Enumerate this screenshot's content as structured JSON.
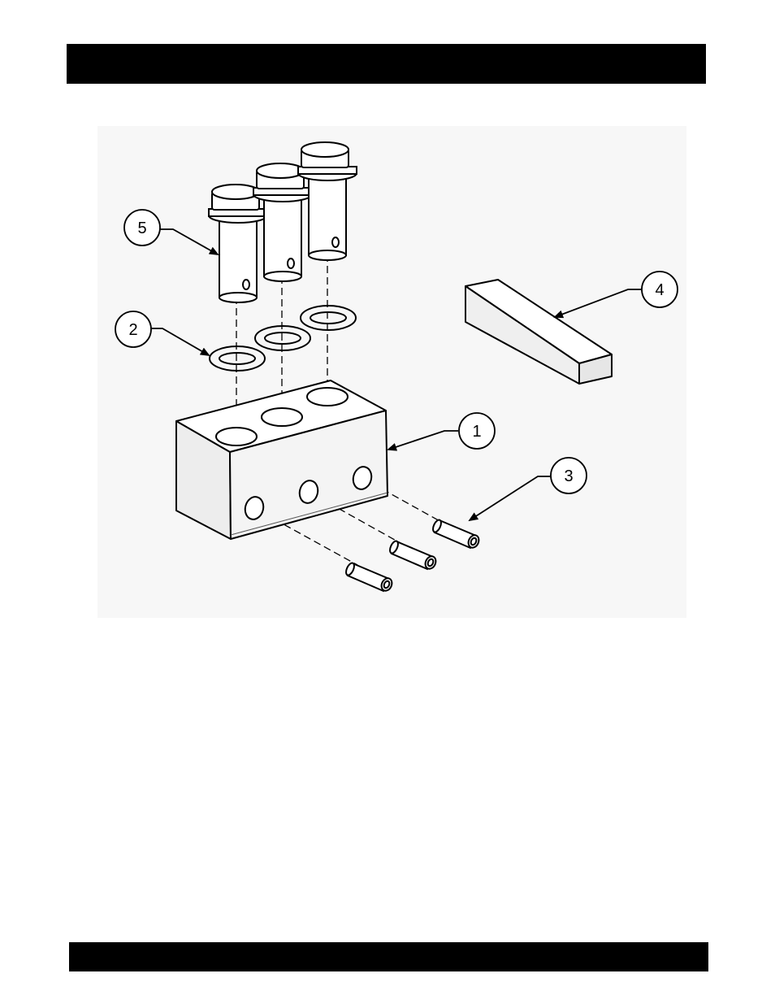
{
  "page": {
    "header_text": "",
    "footer_text": ""
  },
  "diagram": {
    "callouts": [
      {
        "id": "1",
        "label": "1"
      },
      {
        "id": "2",
        "label": "2"
      },
      {
        "id": "3",
        "label": "3"
      },
      {
        "id": "4",
        "label": "4"
      },
      {
        "id": "5",
        "label": "5"
      }
    ]
  }
}
